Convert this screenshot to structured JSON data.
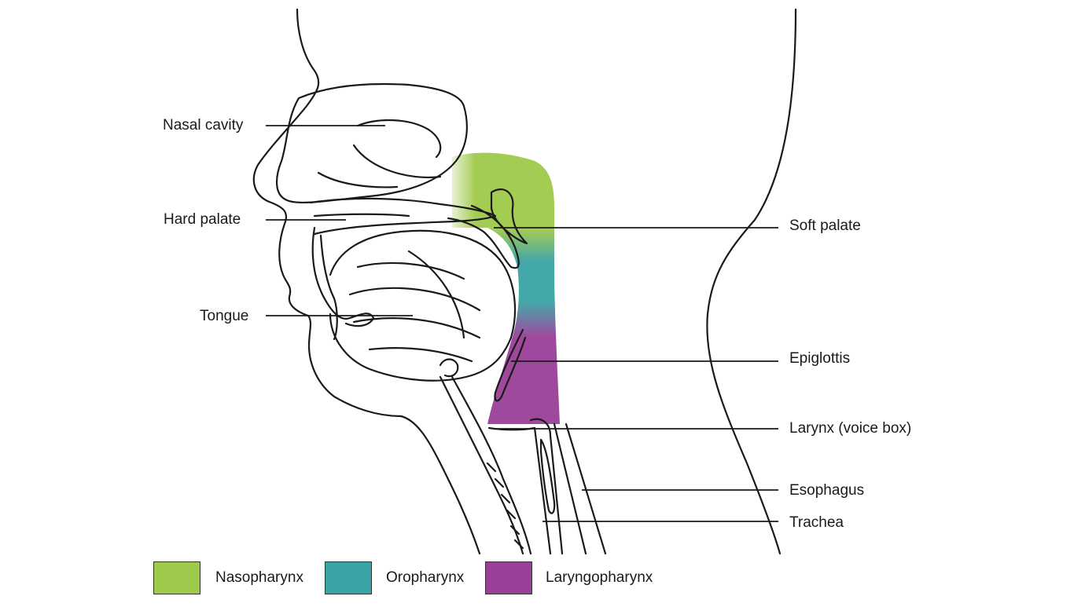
{
  "diagram": {
    "labels": {
      "nasal_cavity": "Nasal cavity",
      "hard_palate": "Hard palate",
      "tongue": "Tongue",
      "soft_palate": "Soft palate",
      "epiglottis": "Epiglottis",
      "larynx": "Larynx (voice box)",
      "esophagus": "Esophagus",
      "trachea": "Trachea"
    },
    "legend": [
      {
        "label": "Nasopharynx",
        "color": "#9ec94a"
      },
      {
        "label": "Oropharynx",
        "color": "#3aa3a6"
      },
      {
        "label": "Laryngopharynx",
        "color": "#9a3f98"
      }
    ],
    "colors": {
      "nasopharynx": "#9ec94a",
      "oropharynx": "#3aa3a6",
      "laryngopharynx": "#9a3f98",
      "outline": "#1a1a1a"
    }
  }
}
